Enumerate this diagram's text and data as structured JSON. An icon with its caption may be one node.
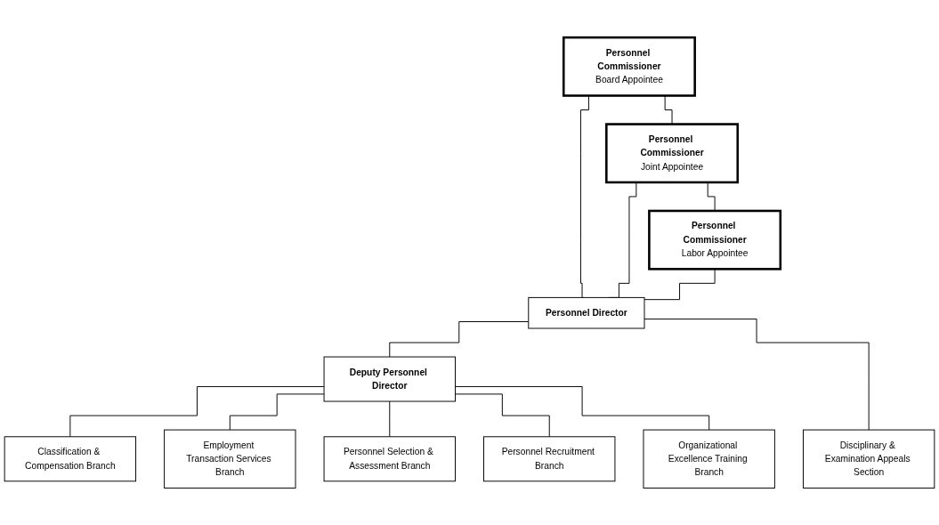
{
  "diagram": {
    "nodes": [
      {
        "text": [
          "Personnel Commissioner",
          "Board Appointee"
        ]
      },
      {
        "text": [
          "Personnel Commissioner",
          "Joint Appointee"
        ]
      },
      {
        "text": [
          "Personnel Commissioner",
          "Labor Appointee"
        ]
      },
      {
        "text": [
          "Personnel Director"
        ]
      },
      {
        "text": [
          "Deputy Personnel Director"
        ]
      },
      {
        "text": [
          "Disciplinary & Examination Appeals Section"
        ]
      },
      {
        "text": [
          "Classification & Compensation Branch"
        ]
      },
      {
        "text": [
          "Employment Transaction Services Branch"
        ]
      },
      {
        "text": [
          "Personnel Selection & Assessment Branch"
        ]
      },
      {
        "text": [
          "Personnel Recruitment Branch"
        ]
      },
      {
        "text": [
          "Organizational Excellence Training Branch"
        ]
      }
    ],
    "edges": [
      {
        "from": 0,
        "to": 1,
        "arrow": "none"
      },
      {
        "from": 1,
        "to": 2,
        "arrow": "none"
      },
      {
        "from": 0,
        "to": 3,
        "arrow": "none"
      },
      {
        "from": 1,
        "to": 3,
        "arrow": "none"
      },
      {
        "from": 2,
        "to": 3,
        "arrow": "none"
      },
      {
        "from": 3,
        "to": 4,
        "arrow": "none"
      },
      {
        "from": 3,
        "to": 5,
        "arrow": "none"
      },
      {
        "from": 4,
        "to": 6,
        "arrow": "none"
      },
      {
        "from": 4,
        "to": 7,
        "arrow": "none"
      },
      {
        "from": 4,
        "to": 8,
        "arrow": "none"
      },
      {
        "from": 4,
        "to": 9,
        "arrow": "none"
      },
      {
        "from": 4,
        "to": 10,
        "arrow": "none"
      }
    ]
  }
}
